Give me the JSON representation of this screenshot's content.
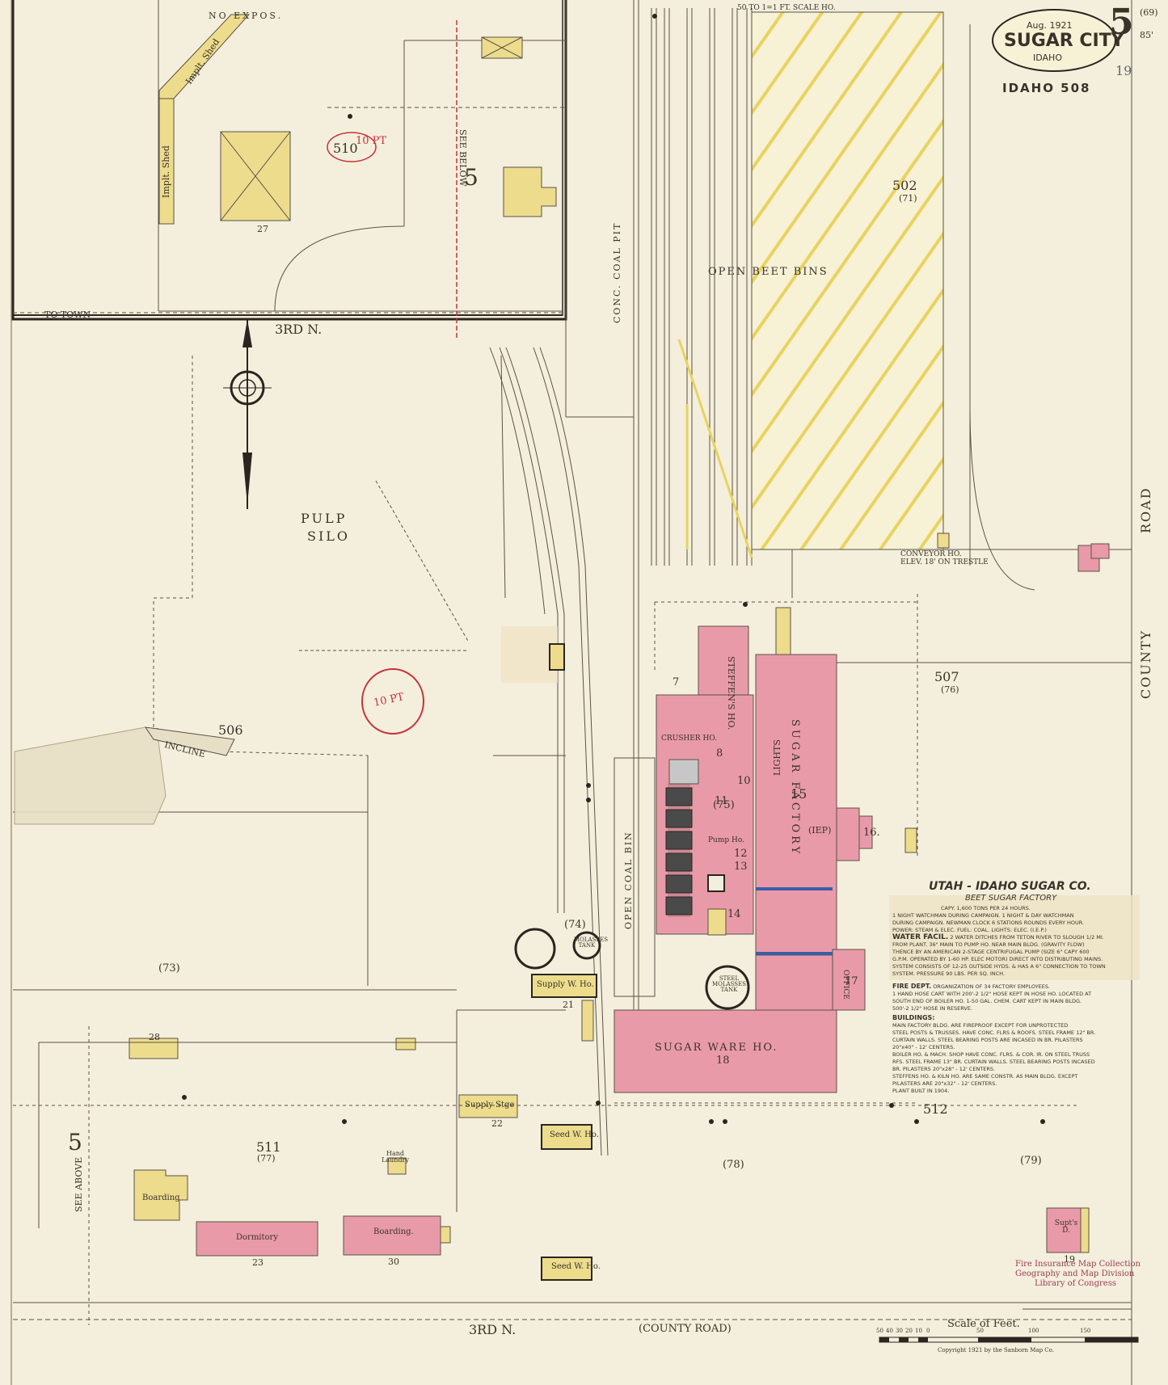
{
  "header": {
    "date": "Aug. 1921",
    "city": "SUGAR CITY",
    "state": "IDAHO",
    "sheet_number": "5",
    "corner_note": "(69)",
    "corner_note2": "85'",
    "volume_ref": "IDAHO 508",
    "pencil_number": "19",
    "scale_note": "50 TO 1=1 FT. SCALE HO."
  },
  "streets": {
    "third_n_top": "3RD N.",
    "third_n_bottom": "3RD N.",
    "county_road_bottom": "(COUNTY ROAD)",
    "county_road_side_1": "COUNTY",
    "county_road_side_2": "ROAD",
    "to_town": "TO TOWN",
    "no_expos": "NO  EXPOS."
  },
  "blocks": {
    "b510": "510",
    "b510_note": "10 PT",
    "b502": "502",
    "b502_sub": "(71)",
    "b506": "506",
    "b506_note": "10 PT",
    "b507": "507",
    "b507_sub": "(76)",
    "b511": "511",
    "b511_sub": "(77)",
    "b512": "512",
    "sub73": "(73)",
    "sub74": "(74)",
    "sub75": "(75)",
    "sub78": "(78)",
    "sub79": "(79)"
  },
  "buildings": {
    "impl_shed_1": "Implt. Shed",
    "impl_shed_2": "Implt. Shed",
    "n27": "27",
    "n28": "28",
    "see_below": "SEE BELOW",
    "five_mid": "5",
    "five_left": "5",
    "see_above": "SEE ABOVE",
    "pulp": "PULP",
    "silo": "SILO",
    "incline": "INCLINE",
    "open_beet_bins": "OPEN BEET BINS",
    "conc_coal_pit": "CONC. COAL PIT",
    "open_coal_bin": "OPEN COAL BIN",
    "conveyor_ho": "CONVEYOR HO.",
    "elev_trestle": "ELEV. 18' ON TRESTLE",
    "sugar_factory": "SUGAR FACTORY",
    "n15": "15",
    "iep": "(IEP)",
    "lights": "LIGHTS",
    "n16": "16.",
    "n17": "17",
    "office": "OFFICE",
    "sugar_ware_ho": "SUGAR WARE HO.",
    "n18": "18",
    "steffens_ho": "STEFFEN'S HO.",
    "n7": "7",
    "crusher_ho": "CRUSHER HO.",
    "n8": "8",
    "n10": "10",
    "n11": "11",
    "n12": "12",
    "n13": "13",
    "n14": "14",
    "pump_ho": "Pump Ho.",
    "steel_molasses_tank": "STEEL MOLASSES TANK",
    "molasses_tank": "MOLASSES TANK",
    "supply_w_ho": "Supply W. Ho.",
    "n21": "21",
    "supply_stge": "Supply Stge",
    "n22": "22",
    "seed_w_ho_1": "Seed W. Ho.",
    "seed_w_ho_2": "Seed W. Ho.",
    "boarding_1": "Boarding",
    "dormitory": "Dormitory",
    "n23": "23",
    "boarding_2": "Boarding.",
    "n30": "30",
    "hand_laundry": "Hand Laundry",
    "supts_d": "Supt's D.",
    "n19": "19"
  },
  "description": {
    "title": "UTAH - IDAHO SUGAR CO.",
    "subtitle": "BEET SUGAR FACTORY",
    "capy": "CAPY. 1,600 TONS PER 24 HOURS.",
    "line1": "1 NIGHT WATCHMAN DURING CAMPAIGN. 1 NIGHT & DAY WATCHMAN",
    "line2": "DURING CAMPAIGN. NEWMAN CLOCK 6 STATIONS ROUNDS EVERY HOUR.",
    "line3": "POWER: STEAM & ELEC. FUEL: COAL. LIGHTS: ELEC. (I.E.P.)",
    "water_head": "WATER FACIL.",
    "water1": "2 WATER DITCHES FROM TETON RIVER TO SLOUGH 1/2 MI.",
    "water2": "FROM PLANT. 36\" MAIN TO PUMP HO. NEAR MAIN BLDG. (GRAVITY FLOW)",
    "water3": "THENCE BY AN AMERICAN 2-STAGE CENTRIFUGAL PUMP (SIZE 6\" CAPY 600",
    "water4": "G.P.M. OPERATED BY 1-60 HP. ELEC MOTOR) DIRECT INTO DISTRIBUTING MAINS.",
    "water5": "SYSTEM CONSISTS OF 12-25 OUTSIDE HYDS. & HAS A 6\" CONNECTION TO TOWN",
    "water6": "SYSTEM. PRESSURE 90 LBS. PER SQ. INCH.",
    "fire_head": "FIRE DEPT.",
    "fire1": "ORGANIZATION OF 34 FACTORY EMPLOYEES.",
    "fire2": "1 HAND HOSE CART WITH 200'-2 1/2\" HOSE KEPT IN HOSE HO. LOCATED AT",
    "fire3": "SOUTH END OF BOILER HO. 1-50 GAL. CHEM. CART KEPT IN MAIN BLDG.",
    "fire4": "500'-2 1/2\" HOSE IN RESERVE.",
    "bldg_head": "BUILDINGS:",
    "bldg1": "MAIN FACTORY BLDG. ARE FIREPROOF EXCEPT FOR UNPROTECTED",
    "bldg2": "STEEL POSTS & TRUSSES. HAVE CONC. FLRS & ROOFS. STEEL FRAME 12\" BR.",
    "bldg3": "CURTAIN WALLS. STEEL BEARING POSTS ARE INCASED IN BR. PILASTERS",
    "bldg4": "20\"x40\" - 12' CENTERS.",
    "bldg5": "BOILER HO. & MACH. SHOP HAVE CONC. FLRS. & COR. IR. ON STEEL TRUSS",
    "bldg6": "RFS. STEEL FRAME 13\" BR. CURTAIN WALLS. STEEL BEARING POSTS INCASED",
    "bldg7": "BR. PILASTERS 20\"x28\" - 12' CENTERS.",
    "bldg8": "STEFFENS HO. & KILN HO. ARE SAME CONSTR. AS MAIN BLDG. EXCEPT",
    "bldg9": "PILASTERS ARE 20\"x32\" - 12' CENTERS.",
    "bldg10": "PLANT BUILT IN 1904."
  },
  "footer": {
    "scale_of_feet": "Scale of Feet.",
    "scale_ticks": [
      "50",
      "40",
      "30",
      "20",
      "10",
      "0",
      "50",
      "100",
      "150"
    ],
    "copyright": "Copyright 1921 by the Sanborn Map Co.",
    "stamp1": "Fire Insurance Map Collection",
    "stamp2": "Geography and Map Division",
    "stamp3": "Library of Congress"
  },
  "colors": {
    "paper": "#f4efdc",
    "brick_pink": "#e99aa8",
    "frame_yellow": "#ecdc8c",
    "hatch_yellow": "#e8d35e",
    "ink": "#3a3329",
    "pencil_red": "#c8323a",
    "steel_blue": "#3a5ea8"
  }
}
